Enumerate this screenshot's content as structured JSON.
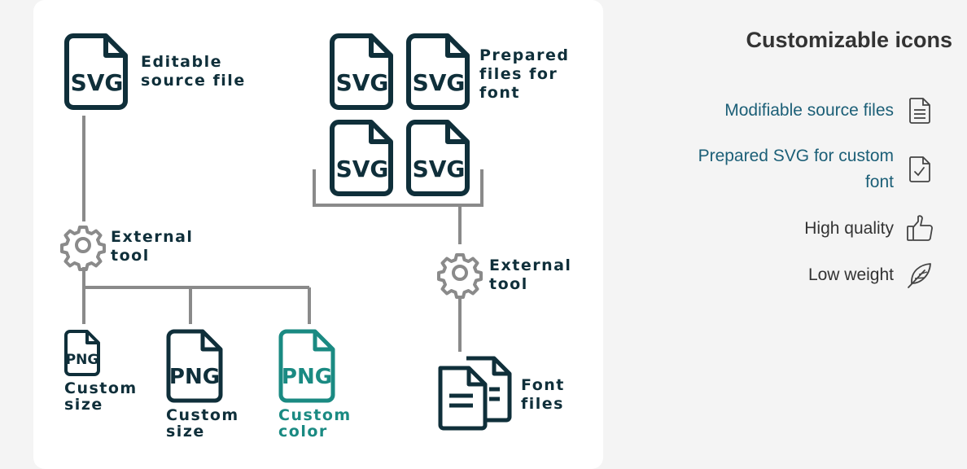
{
  "diagram": {
    "labels": {
      "editable_line1": "Editable",
      "editable_line2": "source file",
      "prepared_line1": "Prepared",
      "prepared_line2": "files for",
      "prepared_line3": "font",
      "tool_left_line1": "External",
      "tool_left_line2": "tool",
      "tool_right_line1": "External",
      "tool_right_line2": "tool",
      "png1_line1": "Custom",
      "png1_line2": "size",
      "png2_line1": "Custom",
      "png2_line2": "size",
      "png3_line1": "Custom",
      "png3_line2": "color",
      "font_line1": "Font",
      "font_line2": "files"
    },
    "file_type_svg": "SVG",
    "file_type_png": "PNG",
    "colors": {
      "dark": "#0f2f3a",
      "teal": "#1a8a82",
      "connector": "#8a8a8a"
    }
  },
  "sidebar": {
    "title": "Customizable icons",
    "features": [
      {
        "label": "Modifiable source files",
        "icon": "document-lines-icon",
        "link": true
      },
      {
        "label": "Prepared SVG for custom font",
        "icon": "document-check-icon",
        "link": true
      },
      {
        "label": "High quality",
        "icon": "thumbs-up-icon",
        "link": false
      },
      {
        "label": "Low weight",
        "icon": "feather-icon",
        "link": false
      }
    ]
  }
}
